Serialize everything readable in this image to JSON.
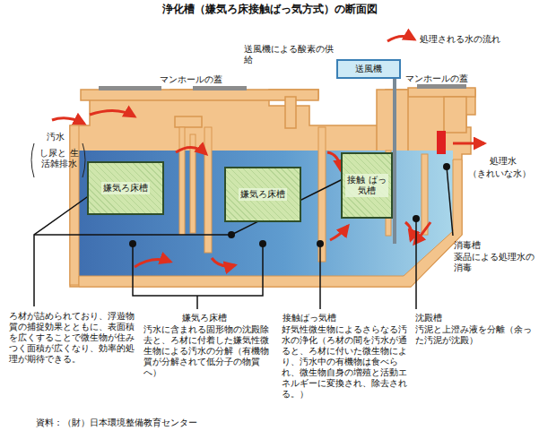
{
  "diagram": {
    "title": "浄化槽（嫌気ろ床接触ばっ気方式）の断面図",
    "nodes": [
      {
        "text": [
          "送風機"
        ]
      },
      {
        "text": [
          "嫌気ろ床槽"
        ]
      },
      {
        "text": [
          "嫌気ろ床槽"
        ]
      },
      {
        "text": [
          "接触 ばっ気槽"
        ]
      }
    ],
    "labels": [
      "送風機による酸素の供給",
      "処理される水の流れ",
      "マンホールの蓋",
      "マンホールの蓋",
      "汚水",
      "し尿と 生活雑排水",
      "処理水",
      "（きれいな水）",
      "消毒槽",
      "薬品による処理水の 消毒",
      "ろ材が詰められており、浮遊物質の捕捉効果とともに、表面積を広くすることで微生物が住みつく面積が広くなり、効率的処理が期待できる。",
      "嫌気ろ床槽",
      "汚水に含まれる固形物の沈殿除去と、ろ材に付着した嫌気性微生物による汚水の分解（有機物質が分解されて低分子の物質へ）",
      "接触ばっ気槽",
      "好気性微生物によるさらなる汚水の浄化（ろ材の間を汚水が通ると、ろ材に付いた微生物により、汚水中の有機物は食べられ、微生物自身の増殖と活動エネルギーに変換され、除去される。）",
      "沈殿槽",
      "汚泥と上澄み液を分離（余った汚泥が沈殿）",
      "資料：（財）日本環境整備教育センター"
    ]
  }
}
